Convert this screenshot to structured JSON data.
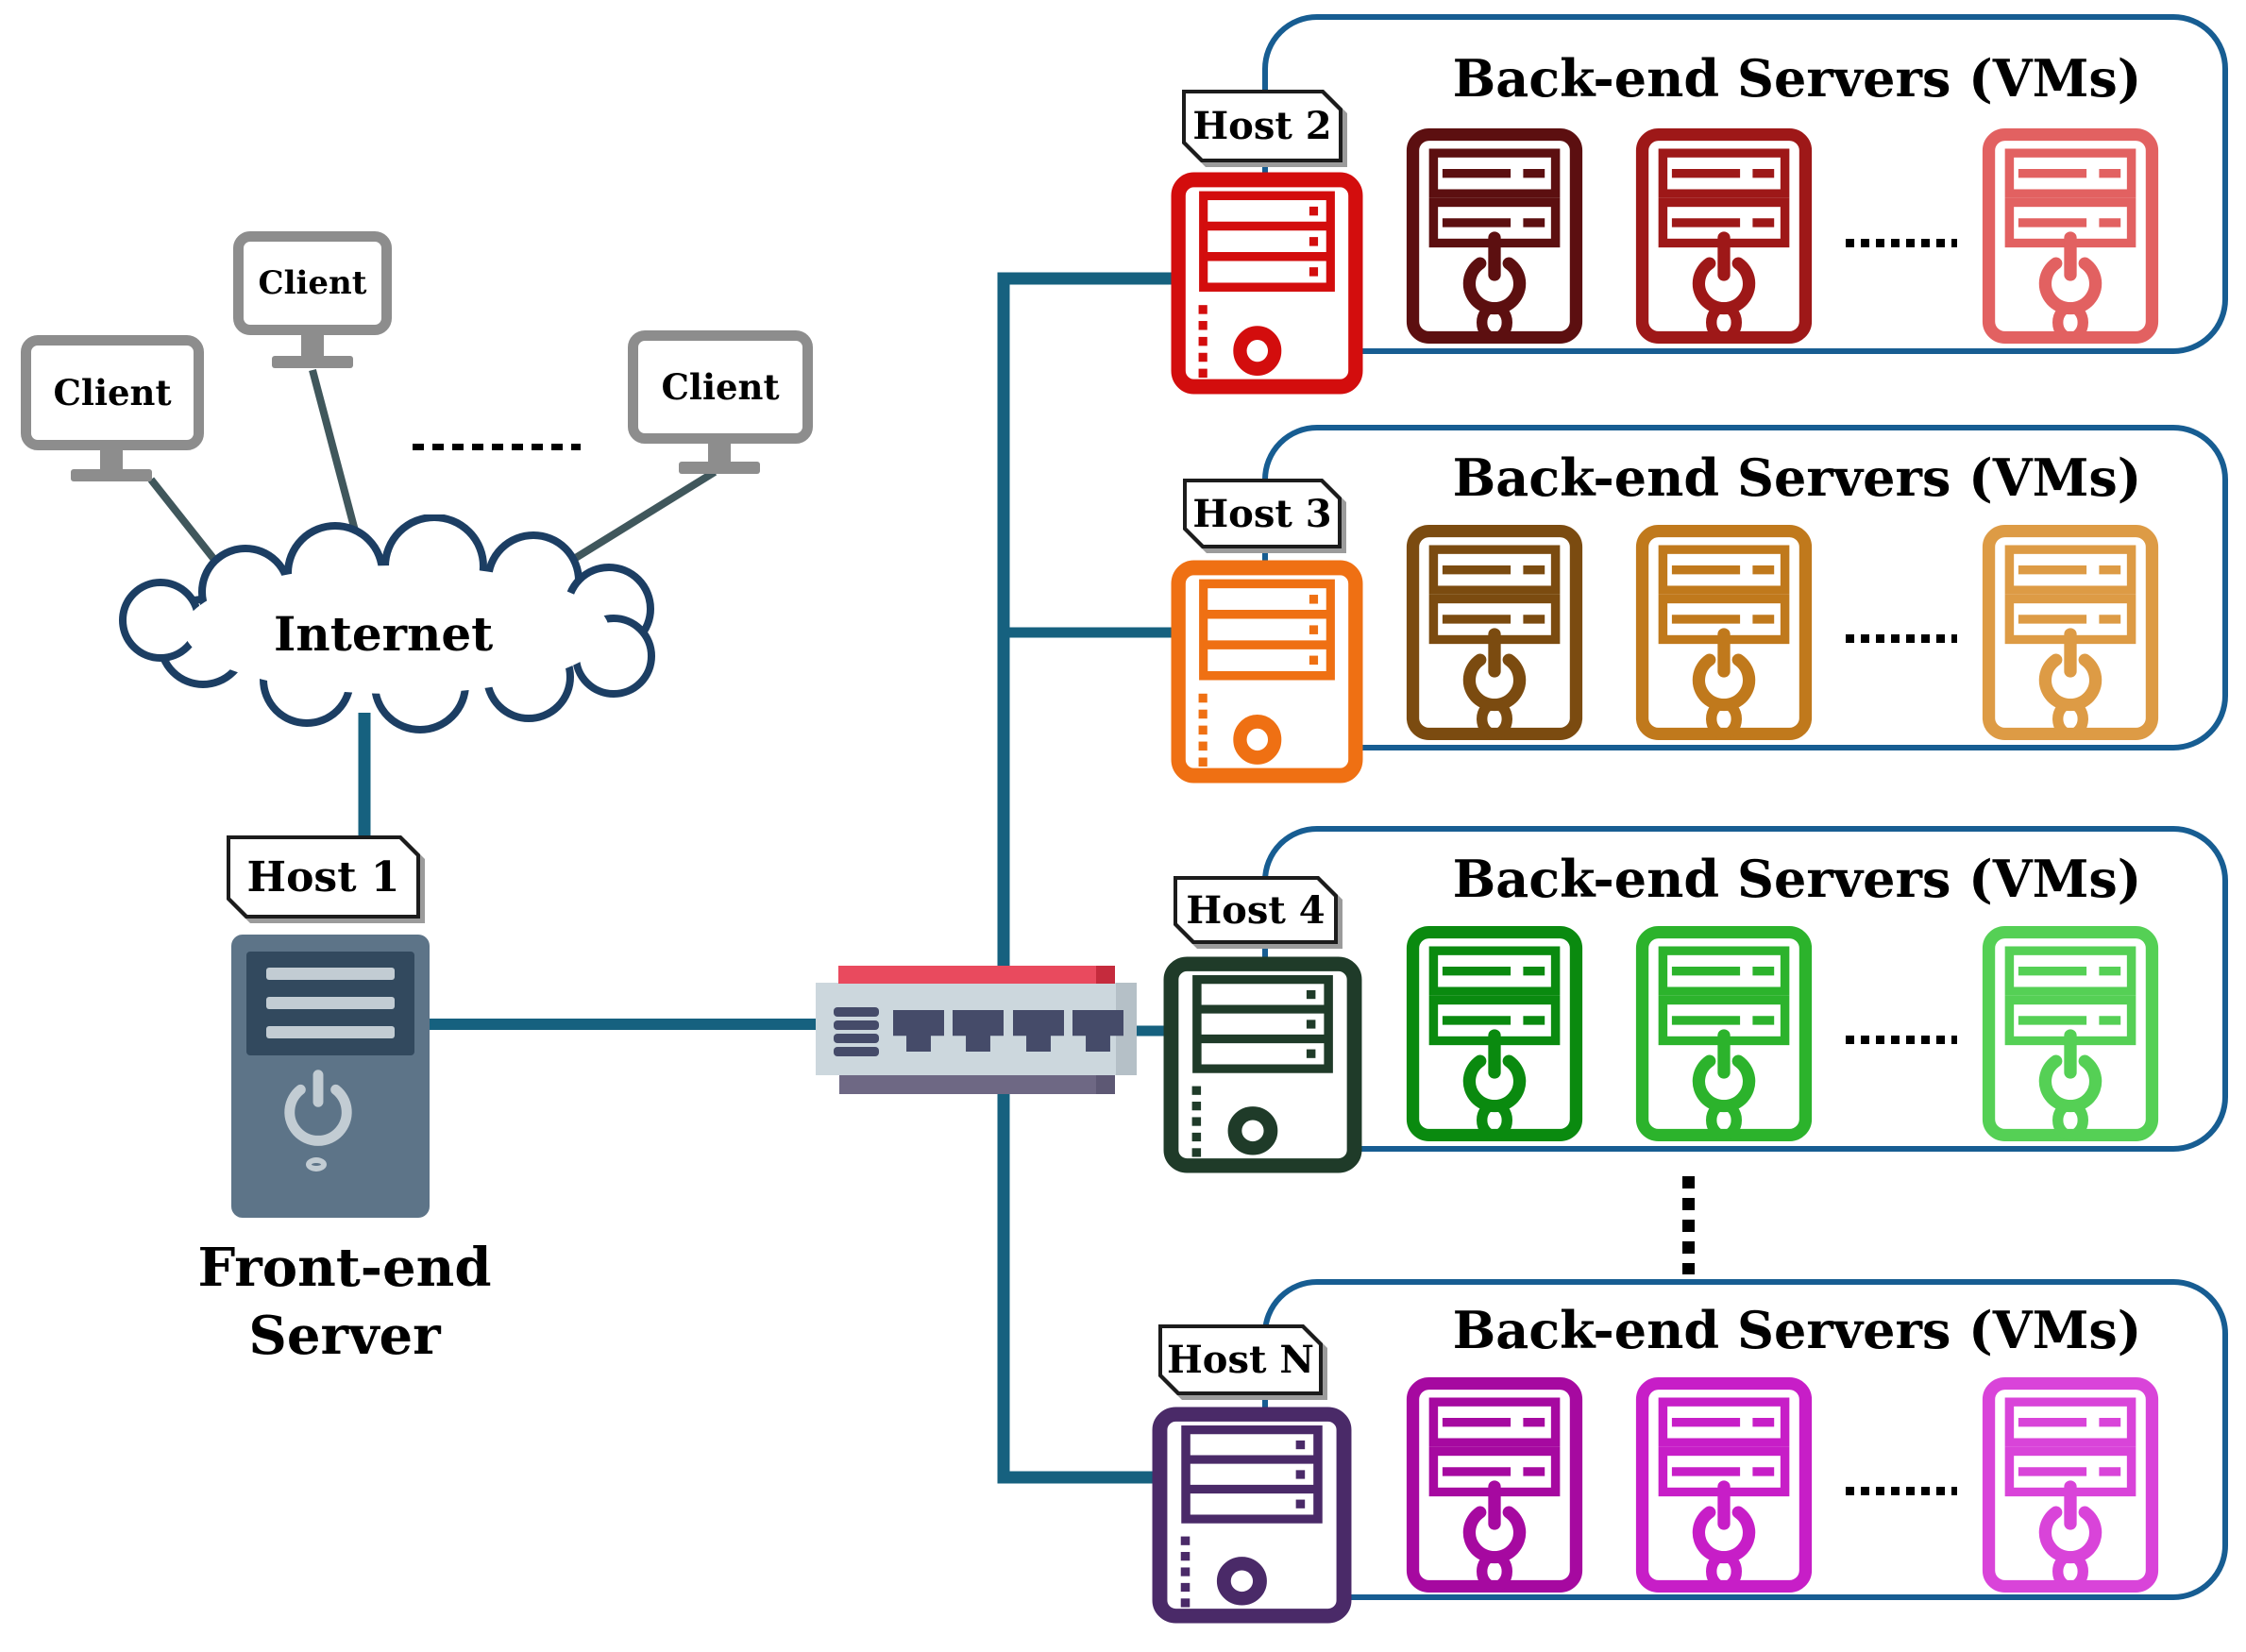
{
  "palette": {
    "teal": "#16617f",
    "slate": "#40575c",
    "cloud": "#1c3e63",
    "gborder": "#175d92",
    "gray": "#8d8d8d",
    "tagborder": "#1c1c1c",
    "tower": "#5d7488",
    "panel": "#32495e",
    "light": "#c2ccd3",
    "swbody": "#ccd7dd",
    "swred": "#e94a5e",
    "swreddark": "#c52b3d",
    "swbottom": "#6e6884",
    "swport": "#454b69",
    "swright": "#b5c0c7",
    "host2": "#d30d0d",
    "host3": "#ef7013",
    "host4": "#1f3b29",
    "hostn": "#4a2a68",
    "g1a": "#5c0f10",
    "g1b": "#9e1818",
    "g1c": "#e26161",
    "g2a": "#7b4b10",
    "g2b": "#c0791c",
    "g2c": "#dd9b45",
    "g3a": "#0a8a0f",
    "g3b": "#2cb32c",
    "g3c": "#55d055",
    "g4a": "#a609a0",
    "g4b": "#c71ec7",
    "g4c": "#d944d9"
  },
  "clients": {
    "label": "Client"
  },
  "internet": {
    "label": "Internet"
  },
  "front_end": {
    "tag": "Host 1",
    "title_lines": [
      "Front-end",
      "Server"
    ]
  },
  "backend_groups": [
    {
      "tag": "Host 2",
      "title": "Back-end Servers (VMs)"
    },
    {
      "tag": "Host 3",
      "title": "Back-end Servers (VMs)"
    },
    {
      "tag": "Host 4",
      "title": "Back-end Servers (VMs)"
    },
    {
      "tag": "Host N",
      "title": "Back-end Servers (VMs)"
    }
  ],
  "ellipsis": {
    "clients": "............",
    "vms": "........",
    "groups": "⋮"
  }
}
